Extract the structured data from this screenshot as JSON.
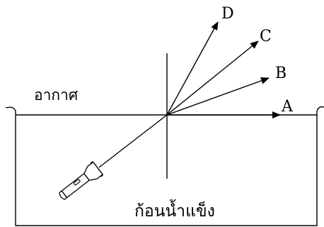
{
  "diagram": {
    "air_label": "อากาศ",
    "ice_label": "ก้อนน้ำแข็ง",
    "rays": [
      {
        "label": "A"
      },
      {
        "label": "B"
      },
      {
        "label": "C"
      },
      {
        "label": "D"
      }
    ],
    "icons": {
      "light_source": "flashlight-icon",
      "ray_head": "arrowhead-icon"
    },
    "colors": {
      "ink": "#000000",
      "background": "#ffffff"
    }
  }
}
